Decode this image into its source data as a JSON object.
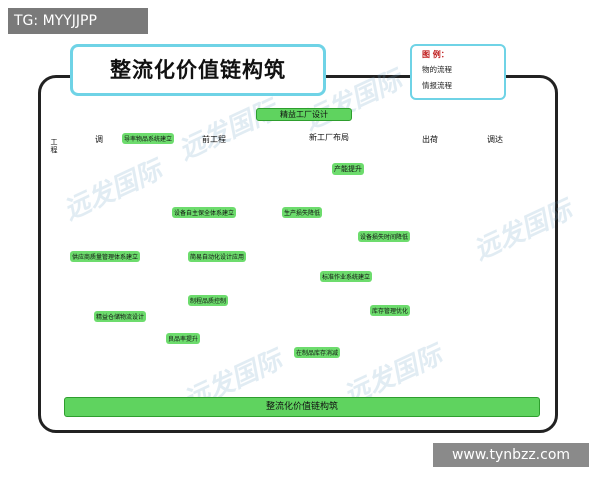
{
  "overlay": {
    "tg_label": "TG: MYYJJPP",
    "site": "www.tynbzz.com"
  },
  "title": "整流化价值链构筑",
  "legend": {
    "heading": "图 例：",
    "material_flow": "物的流程",
    "info_flow": "情报流程",
    "material_color": "#e02020",
    "info_color": "#3cb83c"
  },
  "top_band": {
    "lean_design": "精益工厂设计"
  },
  "headers": {
    "procure": "调",
    "preprocess": "前工程",
    "new_layout": "新工厂布局",
    "shipping": "出荷",
    "delivery": "调达"
  },
  "axis_label": "工程",
  "labels": {
    "pull_system": "导率物品系统建立",
    "capacity_up": "产能提升",
    "equip_maintenance": "设备自主保全体系建立",
    "production_loss": "生产损失降低",
    "equip_loss_time": "设备损失时间降低",
    "supplier_quality": "供应商质量管理体系建立",
    "lean_auto_design": "简易自动化设计应用",
    "standard_work": "标准作业系统建立",
    "quality_control": "制程品质控制",
    "lean_warehouse": "精益仓储物流设计",
    "inventory_opt": "库存管理优化",
    "yield_up": "良品率提升",
    "wip_reduce": "在制品库存消减"
  },
  "bottom_bar": "整流化价值链构筑",
  "watermarks": [
    "远发国际",
    "远发国际",
    "远发国际",
    "远发国际",
    "远发国际",
    "远发国际"
  ]
}
